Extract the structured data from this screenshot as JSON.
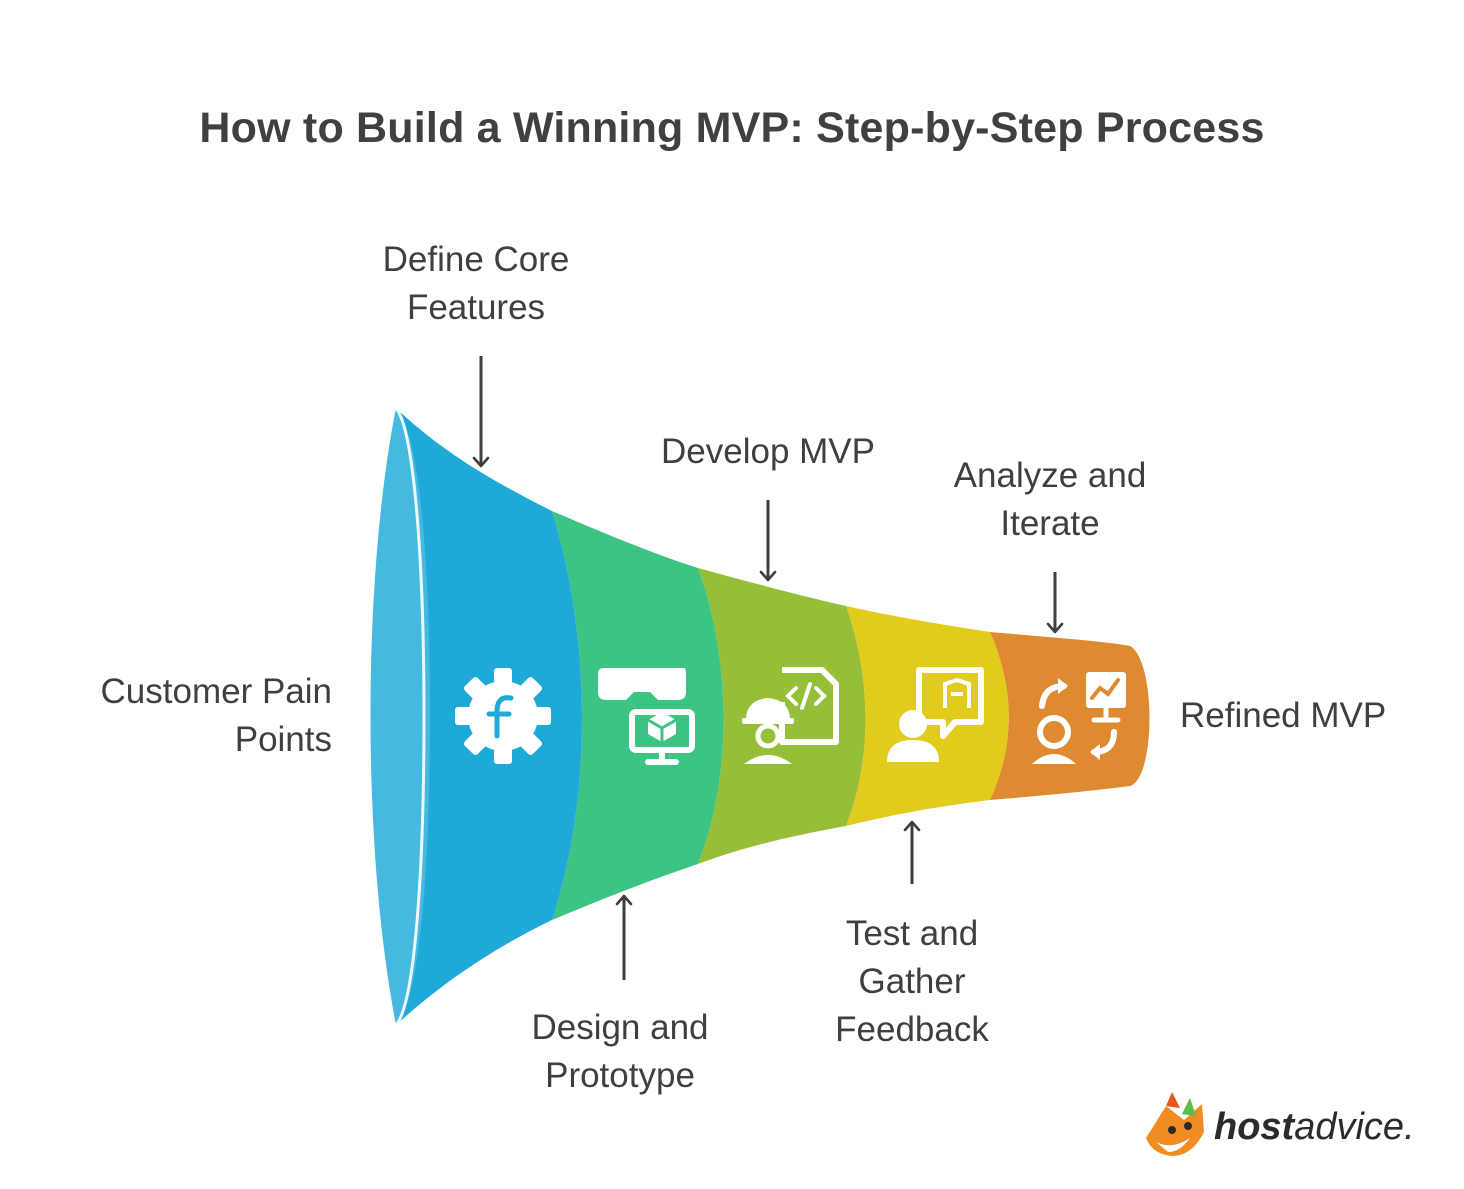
{
  "title": "How to Build a Winning MVP: Step-by-Step Process",
  "stages": [
    {
      "label": "Customer Pain\nPoints",
      "color": "#1FA9D8",
      "icon": "gear-f-icon"
    },
    {
      "label": "Define Core\nFeatures",
      "color": "#3DC482",
      "icon": "vr-prototype-icon"
    },
    {
      "label": "Design and\nPrototype",
      "color": "#97BE38",
      "icon": "developer-code-icon"
    },
    {
      "label": "Develop MVP",
      "color": "#E1CC1D",
      "icon": "feedback-chat-icon"
    },
    {
      "label": "Test and\nGather\nFeedback",
      "color": "#DF8A31",
      "icon": "analyze-iterate-icon"
    },
    {
      "label": "Analyze and\nIterate"
    }
  ],
  "result_label": "Refined MVP",
  "brand": {
    "bold": "host",
    "rest": "advice."
  }
}
